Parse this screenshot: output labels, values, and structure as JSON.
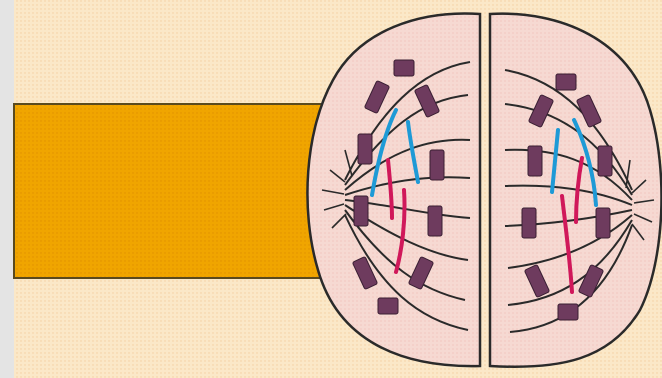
{
  "figure": {
    "description_text": "",
    "colors": {
      "page_border": "#e4e4e4",
      "background": "#fbe8c8",
      "background_dots": "#f4cfa0",
      "bar_fill": "#f0a500",
      "bar_outline": "#5a4a1e",
      "cell_fill": "#f6d9d2",
      "cell_outline": "#2a2a2a",
      "chromosome": "#6e3b5e",
      "spindle_line": "#2a2a2a",
      "chromatid_blue": "#1e9ad6",
      "chromatid_red": "#d0185a"
    },
    "icons": [
      "dividing-cell-diagram",
      "left-daughter-cell",
      "right-daughter-cell",
      "spindle-fibers",
      "chromosomes"
    ]
  }
}
